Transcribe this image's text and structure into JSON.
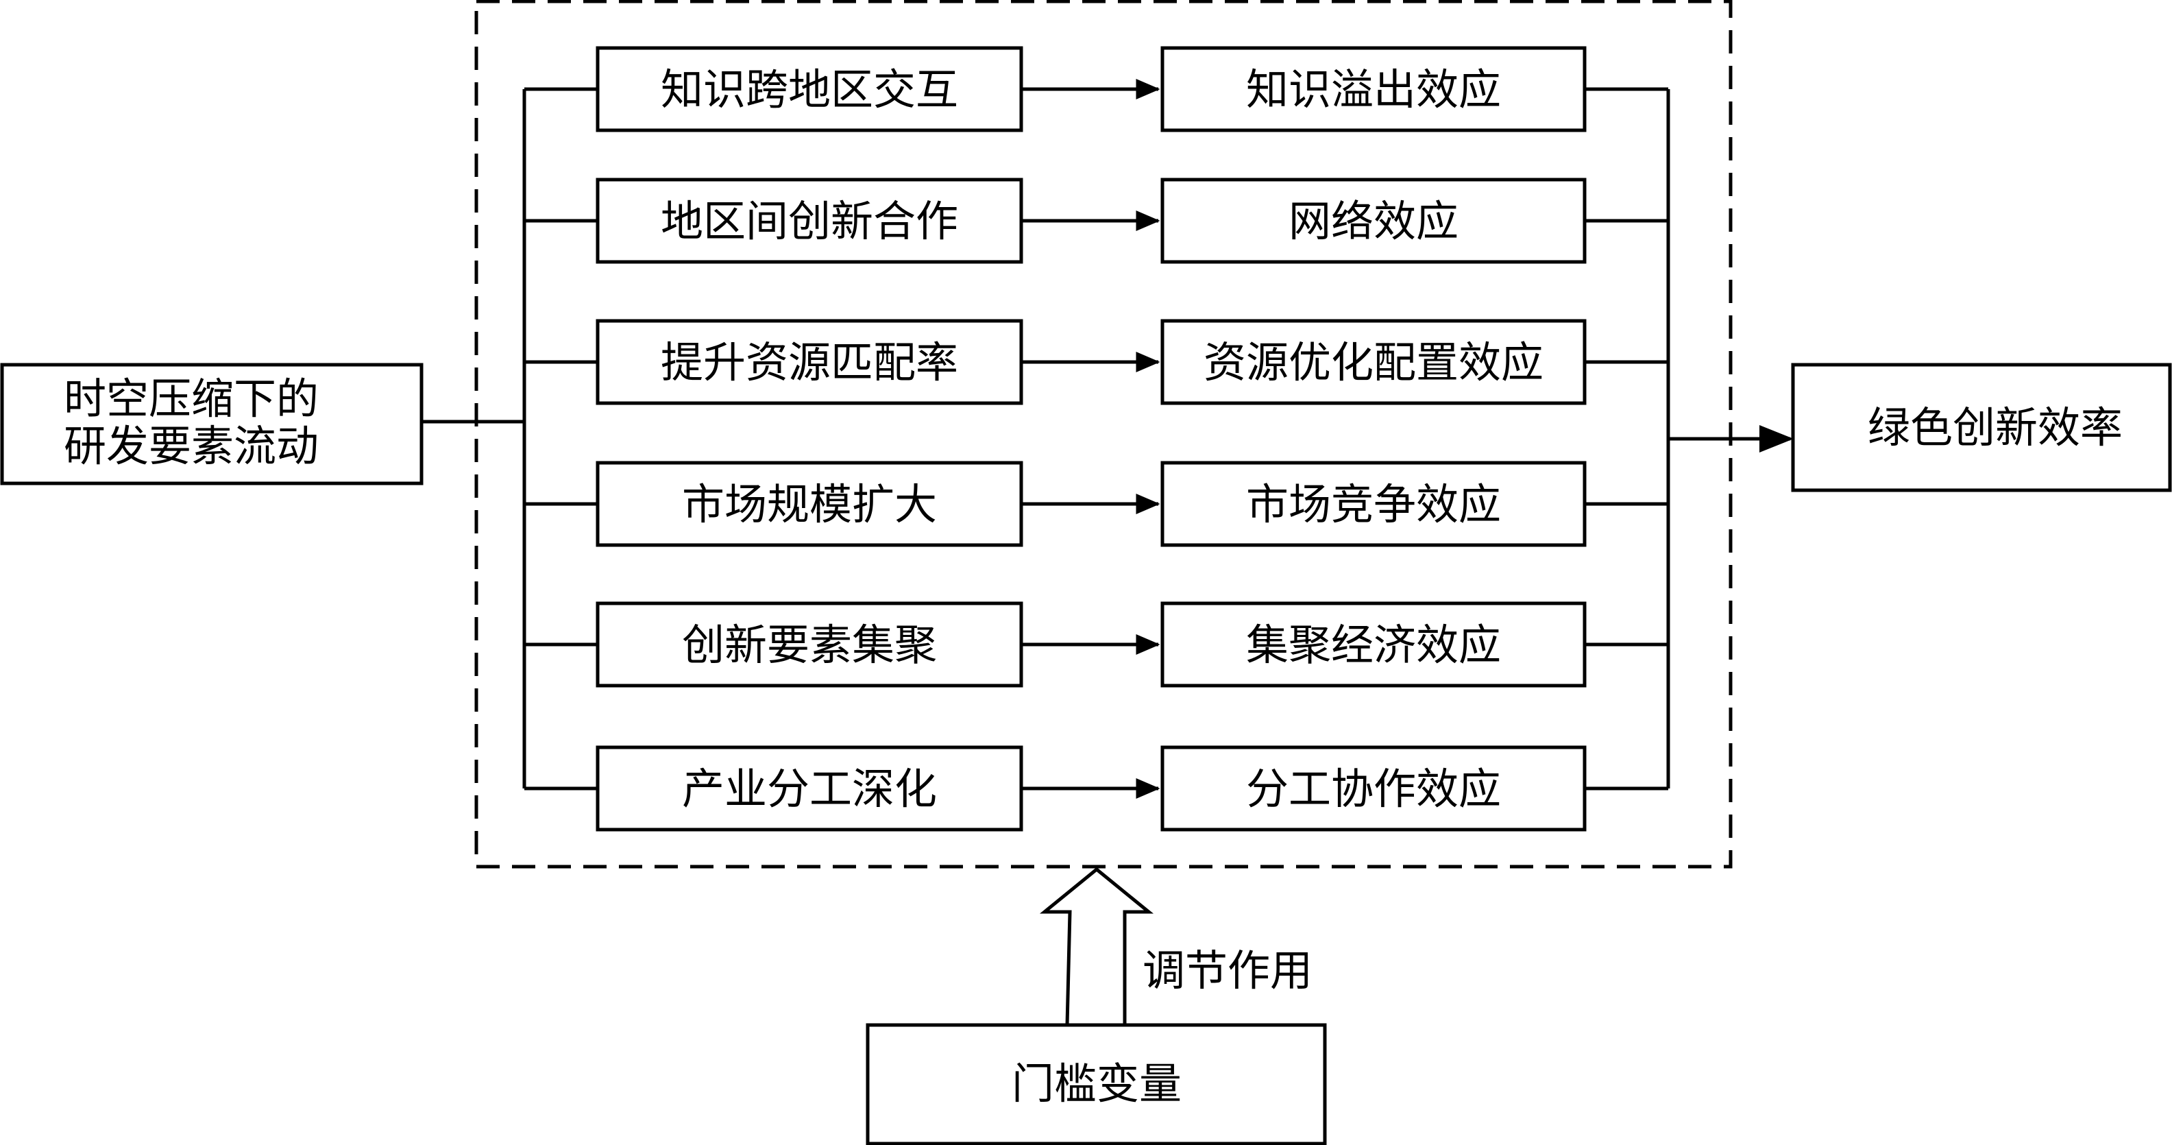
{
  "source": {
    "line1": "时空压缩下的",
    "line2": "研发要素流动"
  },
  "mechanisms": [
    {
      "label": "知识跨地区交互",
      "effect": "知识溢出效应"
    },
    {
      "label": "地区间创新合作",
      "effect": "网络效应"
    },
    {
      "label": "提升资源匹配率",
      "effect": "资源优化配置效应"
    },
    {
      "label": "市场规模扩大",
      "effect": "市场竞争效应"
    },
    {
      "label": "创新要素集聚",
      "effect": "集聚经济效应"
    },
    {
      "label": "产业分工深化",
      "effect": "分工协作效应"
    }
  ],
  "outcome": {
    "label": "绿色创新效率"
  },
  "moderator": {
    "label": "门槛变量",
    "arrow_label": "调节作用"
  }
}
